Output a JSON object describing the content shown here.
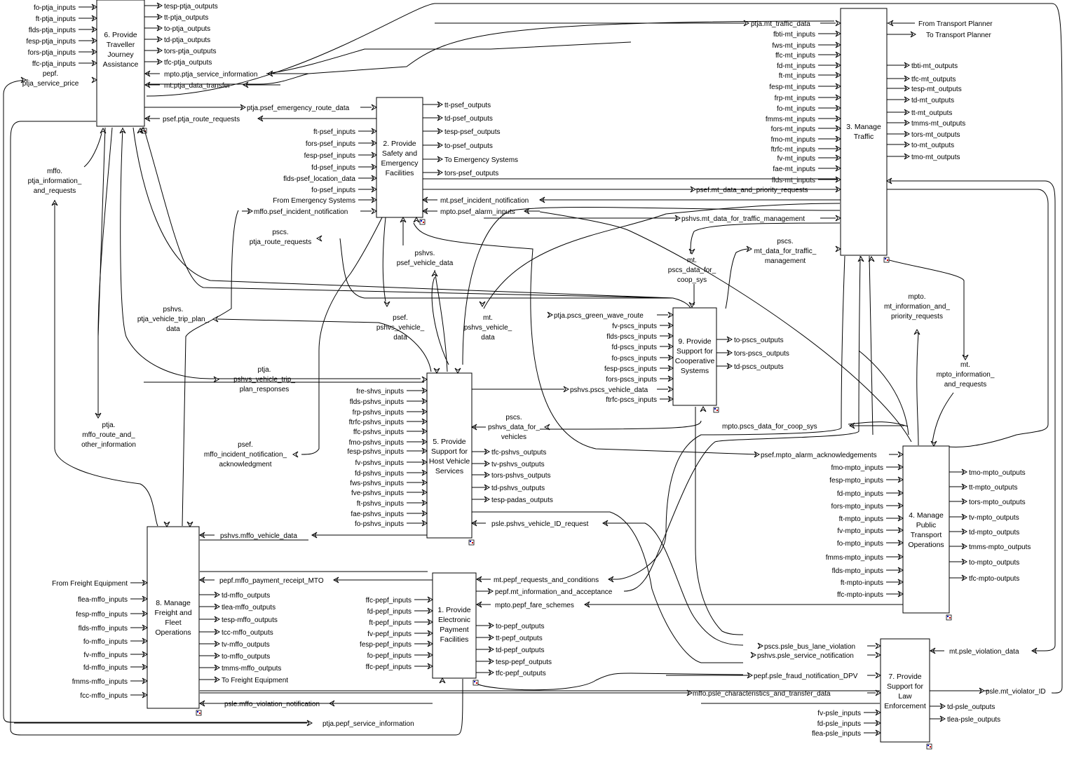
{
  "processes": {
    "p1": {
      "lines": [
        "1. Provide",
        "Electronic",
        "Payment",
        "Facilities"
      ]
    },
    "p2": {
      "lines": [
        "2. Provide",
        "Safety and",
        "Emergency",
        "Facilities"
      ]
    },
    "p3": {
      "lines": [
        "3. Manage",
        "Traffic"
      ]
    },
    "p4": {
      "lines": [
        "4. Manage",
        "Public",
        "Transport",
        "Operations"
      ]
    },
    "p5": {
      "lines": [
        "5. Provide",
        "Support for",
        "Host Vehicle",
        "Services"
      ]
    },
    "p6": {
      "lines": [
        "6. Provide",
        "Traveller",
        "Journey",
        "Assistance"
      ]
    },
    "p7": {
      "lines": [
        "7. Provide",
        "Support for",
        "Law",
        "Enforcement"
      ]
    },
    "p8": {
      "lines": [
        "8. Manage",
        "Freight and",
        "Fleet",
        "Operations"
      ]
    },
    "p9": {
      "lines": [
        "9. Provide",
        "Support for",
        "Cooperative",
        "Systems"
      ]
    }
  },
  "terminators": {
    "p6_inputs": [
      "fo-ptja_inputs",
      "ft-ptja_inputs",
      "flds-ptja_inputs",
      "fesp-ptja_inputs",
      "fors-ptja_inputs",
      "ffc-ptja_inputs"
    ],
    "p6_outputs": [
      "tesp-ptja_outputs",
      "tt-ptja_outputs",
      "to-ptja_outputs",
      "td-ptja_outputs",
      "tors-ptja_outputs",
      "tfc-ptja_outputs"
    ],
    "p2_inputs": [
      "ft-psef_inputs",
      "fors-psef_inputs",
      "fesp-psef_inputs",
      "fd-psef_inputs",
      "flds-psef_location_data",
      "fo-psef_inputs",
      "From Emergency Systems"
    ],
    "p2_outputs": [
      "tt-psef_outputs",
      "td-psef_outputs",
      "tesp-psef_outputs",
      "to-psef_outputs",
      "To Emergency Systems",
      "tors-psef_outputs"
    ],
    "p3_inputs": [
      "fbti-mt_inputs",
      "fws-mt_inputs",
      "ffc-mt_inputs",
      "fd-mt_inputs",
      "ft-mt_inputs",
      "fesp-mt_inputs",
      "frp-mt_inputs",
      "fo-mt_inputs",
      "fmms-mt_inputs",
      "fors-mt_inputs",
      "fmo-mt_inputs",
      "ftrfc-mt_inputs",
      "fv-mt_inputs",
      "fae-mt_inputs",
      "flds-mt_inputs"
    ],
    "p3_outputs": [
      "tbti-mt_outputs",
      "tfc-mt_outputs",
      "tesp-mt_outputs",
      "td-mt_outputs",
      "tt-mt_outputs",
      "tmms-mt_outputs",
      "tors-mt_outputs",
      "to-mt_outputs",
      "tmo-mt_outputs"
    ],
    "p3_planner": [
      "From Transport Planner",
      "To Transport Planner"
    ],
    "p9_inputs": [
      "fv-pscs_inputs",
      "flds-pscs_inputs",
      "fd-pscs_inputs",
      "fo-pscs_inputs",
      "fesp-pscs_inputs",
      "fors-pscs_inputs",
      "ftrfc-pscs_inputs"
    ],
    "p9_outputs": [
      "to-pscs_outputs",
      "tors-pscs_outputs",
      "td-pscs_outputs"
    ],
    "p5_inputs": [
      "fre-shvs_inputs",
      "flds-pshvs_inputs",
      "frp-pshvs_inputs",
      "ftrfc-pshvs_inputs",
      "ffc-pshvs_inputs",
      "fmo-pshvs_inputs",
      "fesp-pshvs_inputs",
      "fv-pshvs_inputs",
      "fd-pshvs_inputs",
      "fws-pshvs_inputs",
      "fve-pshvs_inputs",
      "ft-pshvs_inputs",
      "fae-pshvs_inputs",
      "fo-pshvs_inputs"
    ],
    "p5_outputs": [
      "tfc-pshvs_outputs",
      "tv-pshvs_outputs",
      "tors-pshvs_outputs",
      "td-pshvs_outputs",
      "tesp-padas_outputs"
    ],
    "p4_inputs": [
      "fmo-mpto_inputs",
      "fesp-mpto_inputs",
      "fd-mpto_inputs",
      "fors-mpto_inputs",
      "ft-mpto_inputs",
      "fv-mpto_inputs",
      "fo-mpto_inputs",
      "fmms-mpto_inputs",
      "flds-mpto_inputs",
      "ft-mpto-inputs",
      "ffc-mpto-inputs"
    ],
    "p4_outputs": [
      "tmo-mpto_outputs",
      "tt-mpto_outputs",
      "tors-mpto_outputs",
      "tv-mpto_outputs",
      "td-mpto_outputs",
      "tmms-mpto_outputs",
      "to-mpto_outputs",
      "tfc-mpto-outputs"
    ],
    "p8_inputs": [
      "From Freight Equipment",
      "flea-mffo_inputs",
      "fesp-mffo_inputs",
      "flds-mffo_inputs",
      "fo-mffo_inputs",
      "fv-mffo_inputs",
      "fd-mffo_inputs",
      "fmms-mffo_inputs",
      "fcc-mffo_inputs"
    ],
    "p8_outputs": [
      "td-mffo_outputs",
      "tlea-mffo_outputs",
      "tesp-mffo_outputs",
      "tcc-mffo_outputs",
      "tv-mffo_outputs",
      "to-mffo_outputs",
      "tmms-mffo_outputs",
      "To Freight Equipment"
    ],
    "p1_inputs": [
      "ffc-pepf_inputs",
      "fd-pepf_inputs",
      "ft-pepf_inputs",
      "fv-pepf_inputs",
      "fesp-pepf_inputs",
      "fo-pepf_inputs",
      "ffc-pepf_inputs"
    ],
    "p1_outputs": [
      "to-pepf_outputs",
      "tt-pepf_outputs",
      "td-pepf_outputs",
      "tesp-pepf_outputs",
      "tfc-pepf_outputs"
    ],
    "p7_inputs": [
      "fv-psle_inputs",
      "fd-psle_inputs",
      "flea-psle_inputs"
    ],
    "p7_outputs": [
      "td-psle_outputs",
      "tlea-psle_outputs"
    ]
  },
  "flows": {
    "pepf_ptja_service_price": [
      "pepf.",
      "ptja_service_price"
    ],
    "mpto_ptja_service_information": "mpto.ptja_service_information",
    "mt_ptja_data_transfer": "mt.ptja_data_transfer",
    "ptja_psef_emergency_route_data": "ptja.psef_emergency_route_data",
    "psef_ptja_route_requests": "psef.ptja_route_requests",
    "ptja_mt_traffic_data": "ptja.mt_traffic_data",
    "mffo_ptja_information_and_requests": [
      "mffo.",
      "ptja_information_",
      "and_requests"
    ],
    "mffo_psef_incident_notification": "mffo.psef_incident_notification",
    "psef_mt_data_and_priority_requests": "psef.mt_data_and_priority_requests",
    "mt_psef_incident_notification": "mt.psef_incident_notification",
    "mpto_psef_alarm_inputs": "mpto.psef_alarm_inputs",
    "pshvs_mt_data_for_traffic_management": "pshvs.mt_data_for_traffic_management",
    "pscs_ptja_route_requests": [
      "pscs.",
      "ptja_route_requests"
    ],
    "pshvs_psef_vehicle_data": [
      "pshvs.",
      "psef_vehicle_data"
    ],
    "mt_pscs_data_for_coop_sys": [
      "mt.",
      "pscs_data_for_",
      "coop_sys"
    ],
    "pscs_mt_data_for_traffic_management": [
      "pscs.",
      "mt_data_for_traffic_",
      "management"
    ],
    "mpto_mt_information_and_priority_requests": [
      "mpto.",
      "mt_information_and_",
      "priority_requests"
    ],
    "mt_mpto_information_and_requests": [
      "mt.",
      "mpto_information_",
      "and_requests"
    ],
    "pshvs_ptja_vehicle_trip_plan_data": [
      "pshvs.",
      "ptja_vehicle_trip_plan_",
      "data"
    ],
    "ptja_pscs_green_wave_route": "ptja.pscs_green_wave_route",
    "psef_pshvs_vehicle_data": [
      "psef.",
      "pshvs_vehicle_",
      "data"
    ],
    "mt_pshvs_vehicle_data": [
      "mt.",
      "pshvs_vehicle_",
      "data"
    ],
    "ptja_pshvs_vehicle_trip_plan_responses": [
      "ptja.",
      "pshvs_vehicle_trip_",
      "plan_responses"
    ],
    "pshvs_pscs_vehicle_data": "pshvs.pscs_vehicle_data",
    "pscs_pshvs_data_for_vehicles": [
      "pscs.",
      "pshvs_data_for_",
      "vehicles"
    ],
    "mpto_pscs_data_for_coop_sys": "mpto.pscs_data_for_coop_sys",
    "ptja_mffo_route_and_other_information": [
      "ptja.",
      "mffo_route_and_",
      "other_information"
    ],
    "psef_mffo_incident_notification_acknowledgment": [
      "psef.",
      "mffo_incident_notification_",
      "acknowledgment"
    ],
    "psef_mpto_alarm_acknowledgements": "psef.mpto_alarm_acknowledgements",
    "pshvs_mffo_vehicle_data": "pshvs.mffo_vehicle_data",
    "psle_pshvs_vehicle_ID_request": "psle.pshvs_vehicle_ID_request",
    "pepf_mffo_payment_receipt_MTO": "pepf.mffo_payment_receipt_MTO",
    "mt_pepf_requests_and_conditions": "mt.pepf_requests_and_conditions",
    "pepf_mt_information_and_acceptance": "pepf.mt_information_and_acceptance",
    "mpto_pepf_fare_schemes": "mpto.pepf_fare_schemes",
    "pscs_psle_bus_lane_violation": "pscs.psle_bus_lane_violation",
    "pshvs_psle_service_notification": "pshvs.psle_service_notification",
    "mt_psle_violation_data": "mt.psle_violation_data",
    "pepf_psle_fraud_notification_DPV": "pepf.psle_fraud_notification_DPV",
    "mffo_psle_characteristics_and_transfer_data": "mffo.psle_characteristics_and_transfer_data",
    "psle_mffo_violation_notification": "psle.mffo_violation_notification",
    "psle_mt_violator_ID": "psle.mt_violator_ID",
    "ptja_pepf_service_information": "ptja.pepf_service_information"
  }
}
